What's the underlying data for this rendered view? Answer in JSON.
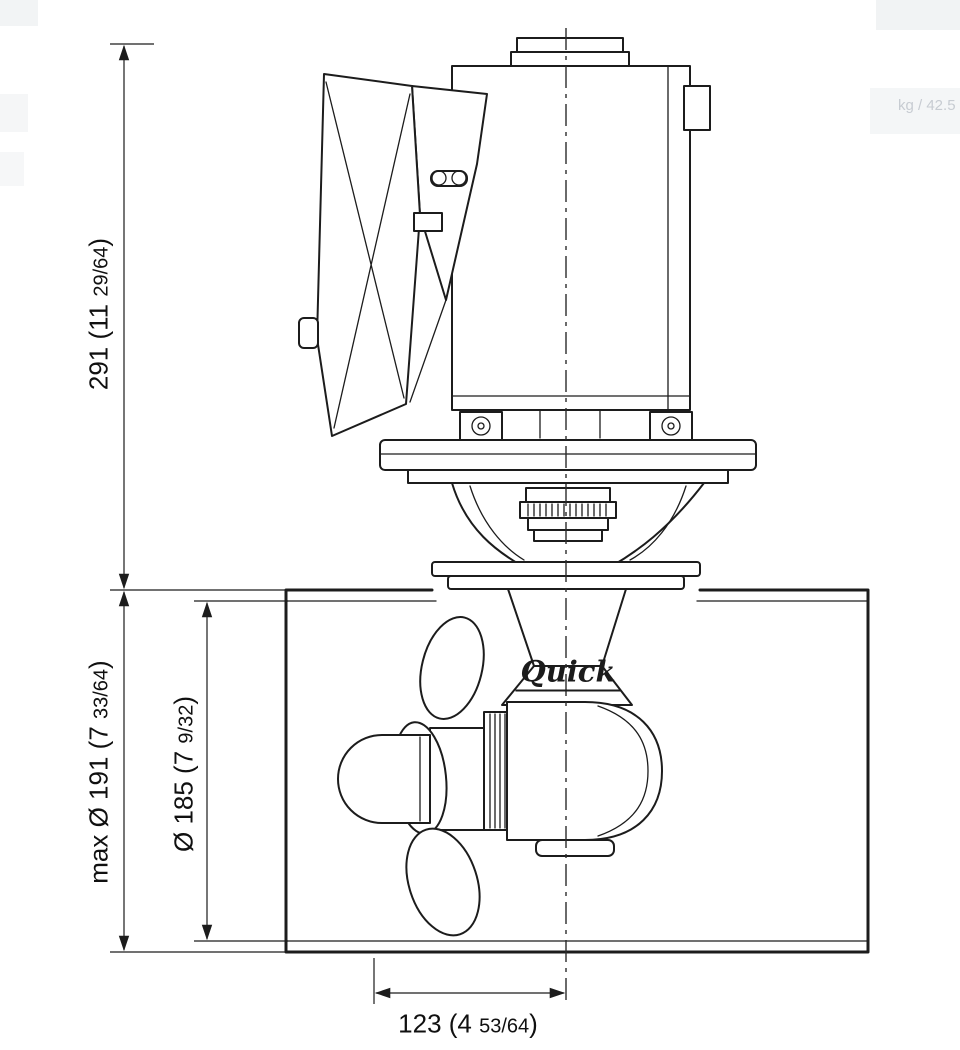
{
  "drawing": {
    "brand_logo": "Quick",
    "watermark_top_right": "kg / 42.5",
    "dimensions": {
      "overall_height": {
        "main": "291 (11 ",
        "frac": "29/64",
        "suffix": ")"
      },
      "max_diameter": {
        "main": "max Ø 191 (7 ",
        "frac": "33/64",
        "suffix": ")"
      },
      "tunnel_diameter": {
        "main": "Ø 185 (7 ",
        "frac": "9/32",
        "suffix": ")"
      },
      "setback": {
        "main": "123 (4 ",
        "frac": "53/64",
        "suffix": ")"
      }
    }
  }
}
